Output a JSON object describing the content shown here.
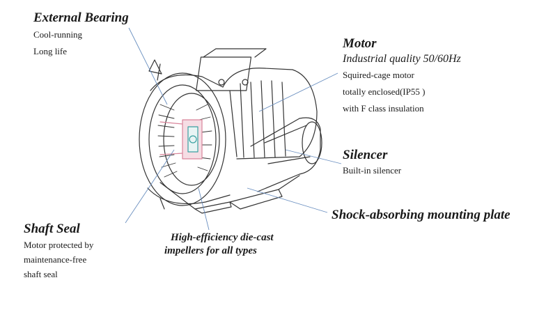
{
  "external_bearing": {
    "title": "External Bearing",
    "lines": [
      "Cool-running",
      "Long life"
    ]
  },
  "motor": {
    "title": "Motor",
    "subtitle": "Industrial quality 50/60Hz",
    "lines": [
      "Squired-cage motor",
      "totally enclosed(IP55 )",
      "with F class insulation"
    ]
  },
  "silencer": {
    "title": "Silencer",
    "lines": [
      "Built-in silencer"
    ]
  },
  "mounting_plate": {
    "title": "Shock-absorbing mounting plate"
  },
  "shaft_seal": {
    "title": "Shaft Seal",
    "lines": [
      "Motor protected by",
      "maintenance-free",
      "shaft seal"
    ]
  },
  "impellers": {
    "lines": [
      "High-efficiency die-cast",
      "impellers for all types"
    ]
  },
  "colors": {
    "ink": "#1a1a1a",
    "leader": "#6a8fc0",
    "accent": "#d9849a",
    "mid": "#3aa0a0"
  }
}
